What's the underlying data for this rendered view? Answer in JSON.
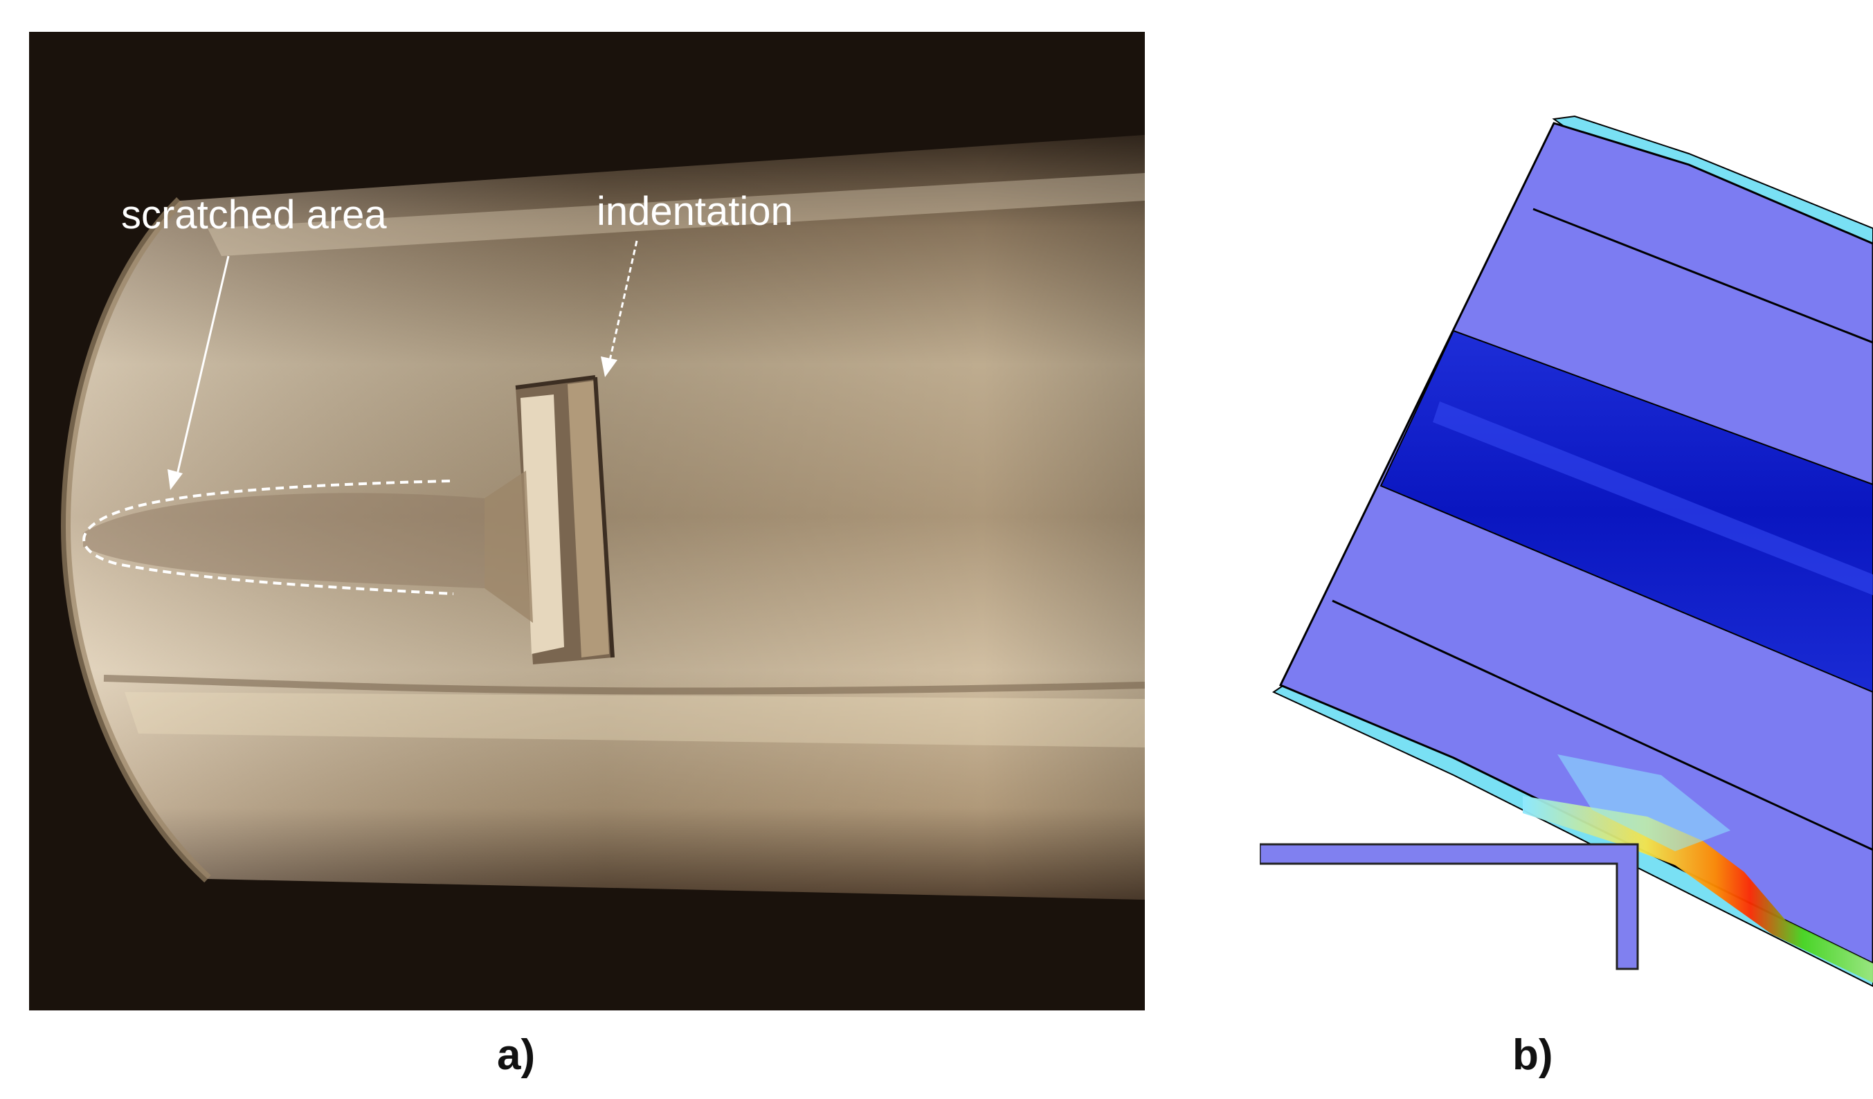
{
  "panel_a": {
    "label": "a)",
    "annotations": {
      "scratched_area": "scratched area",
      "indentation": "indentation"
    }
  },
  "panel_b": {
    "label": "b)"
  },
  "colors": {
    "background_dark": "#1a120c",
    "metal_light": "#d9c6a8",
    "metal_dark": "#6e5a44",
    "fe_body": "#7c7cf2",
    "fe_dark_band": "#0a1fd6",
    "fe_edge_cyan": "#79e0f4",
    "fe_support": "#8080f0",
    "hot_red": "#ff2a00",
    "hot_yellow": "#f4e84a",
    "hot_green": "#48d41e"
  }
}
